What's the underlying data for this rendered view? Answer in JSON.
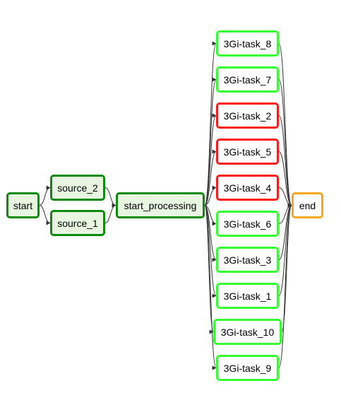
{
  "colors": {
    "success": "#0b8a0b",
    "running": "#33ff33",
    "failed": "#ff1a1a",
    "upstream": "#f5a623",
    "edge": "#333333"
  },
  "nodes": [
    {
      "id": "start",
      "label": "start",
      "state": "success"
    },
    {
      "id": "source_2",
      "label": "source_2",
      "state": "success"
    },
    {
      "id": "source_1",
      "label": "source_1",
      "state": "success"
    },
    {
      "id": "start_processing",
      "label": "start_processing",
      "state": "success"
    },
    {
      "id": "task_8",
      "label": "3Gi-task_8",
      "state": "running"
    },
    {
      "id": "task_7",
      "label": "3Gi-task_7",
      "state": "running"
    },
    {
      "id": "task_2",
      "label": "3Gi-task_2",
      "state": "failed"
    },
    {
      "id": "task_5",
      "label": "3Gi-task_5",
      "state": "failed"
    },
    {
      "id": "task_4",
      "label": "3Gi-task_4",
      "state": "failed"
    },
    {
      "id": "task_6",
      "label": "3Gi-task_6",
      "state": "running"
    },
    {
      "id": "task_3",
      "label": "3Gi-task_3",
      "state": "running"
    },
    {
      "id": "task_1",
      "label": "3Gi-task_1",
      "state": "running"
    },
    {
      "id": "task_10",
      "label": "3Gi-task_10",
      "state": "running"
    },
    {
      "id": "task_9",
      "label": "3Gi-task_9",
      "state": "running"
    },
    {
      "id": "end",
      "label": "end",
      "state": "upstream"
    }
  ],
  "edges": [
    [
      "start",
      "source_2"
    ],
    [
      "start",
      "source_1"
    ],
    [
      "source_2",
      "start_processing"
    ],
    [
      "source_1",
      "start_processing"
    ],
    [
      "start_processing",
      "task_8"
    ],
    [
      "start_processing",
      "task_7"
    ],
    [
      "start_processing",
      "task_2"
    ],
    [
      "start_processing",
      "task_5"
    ],
    [
      "start_processing",
      "task_4"
    ],
    [
      "start_processing",
      "task_6"
    ],
    [
      "start_processing",
      "task_3"
    ],
    [
      "start_processing",
      "task_1"
    ],
    [
      "start_processing",
      "task_10"
    ],
    [
      "start_processing",
      "task_9"
    ],
    [
      "task_8",
      "end"
    ],
    [
      "task_7",
      "end"
    ],
    [
      "task_2",
      "end"
    ],
    [
      "task_5",
      "end"
    ],
    [
      "task_4",
      "end"
    ],
    [
      "task_6",
      "end"
    ],
    [
      "task_3",
      "end"
    ],
    [
      "task_1",
      "end"
    ],
    [
      "task_10",
      "end"
    ],
    [
      "task_9",
      "end"
    ]
  ]
}
